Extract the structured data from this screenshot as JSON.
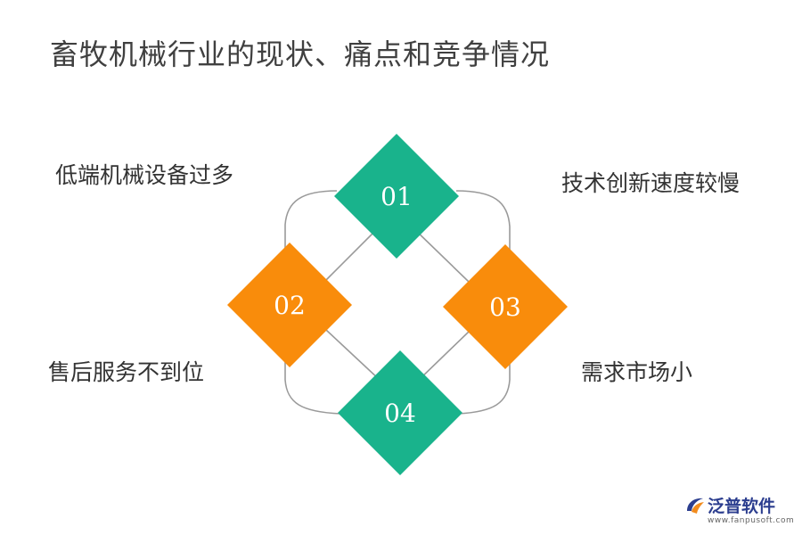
{
  "title": "畜牧机械行业的现状、痛点和竞争情况",
  "nodes": [
    {
      "number": "01",
      "color": "#19b38c"
    },
    {
      "number": "02",
      "color": "#f98c0b"
    },
    {
      "number": "03",
      "color": "#f98c0b"
    },
    {
      "number": "04",
      "color": "#19b38c"
    }
  ],
  "labels": {
    "top_left": "低端机械设备过多",
    "top_right": "技术创新速度较慢",
    "bottom_left": "售后服务不到位",
    "bottom_right": "需求市场小"
  },
  "connector_color": "#9a9a9a",
  "logo": {
    "name": "泛普软件",
    "url": "www.fanpusoft.com",
    "colors": {
      "blue": "#2c3e8f",
      "orange": "#f28c1e"
    }
  }
}
